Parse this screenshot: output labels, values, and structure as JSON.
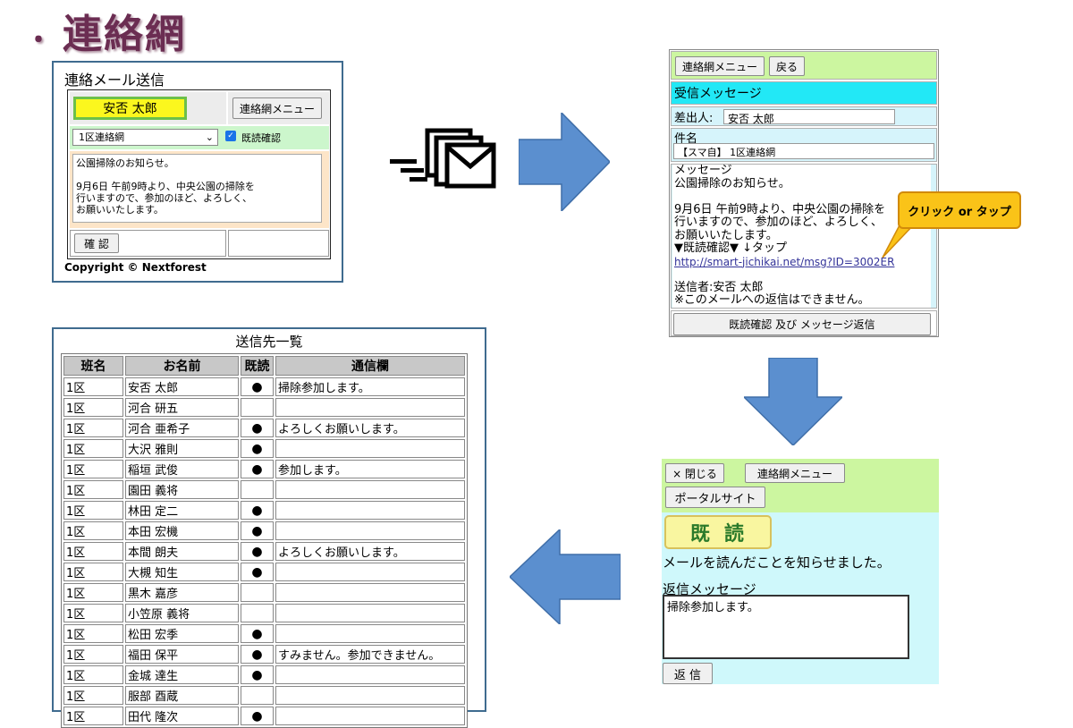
{
  "title": {
    "bullet": "・",
    "text": "連絡網"
  },
  "compose": {
    "heading": "連絡メール送信",
    "sender_name": "安否 太郎",
    "menu_button": "連絡網メニュー",
    "group_select": "1区連絡網",
    "read_confirm_label": "既読確認",
    "read_confirm_checked": true,
    "message": "公園掃除のお知らせ。\n\n9月6日 午前9時より、中央公園の掃除を\n行いますので、参加のほど、よろしく、\nお願いいたします。",
    "confirm_button": "確 認",
    "copyright": "Copyright © Nextforest"
  },
  "icons": {
    "mail": "mail-sending-icon",
    "arrows": "block-arrow-icon"
  },
  "phone": {
    "menu_button": "連絡網メニュー",
    "back_button": "戻る",
    "header": "受信メッセージ",
    "sender_label": "差出人:",
    "sender_value": "安否 太郎",
    "subject_label": "件名",
    "subject_value": "【スマ自】 1区連絡網",
    "body_label": "メッセージ",
    "body_lines": [
      "公園掃除のお知らせ。",
      "",
      "9月6日 午前9時より、中央公園の掃除を",
      "行いますので、参加のほど、よろしく、",
      "お願いいたします。",
      "▼既読確認▼ ↓タップ"
    ],
    "link": "http://smart-jichikai.net/msg?ID=3002ER",
    "footer_lines": [
      "",
      "送信者:安否 太郎",
      "※このメールへの返信はできません。"
    ],
    "read_button": "既読確認 及び メッセージ返信"
  },
  "callout": "クリック or タップ",
  "reply": {
    "close_button": "× 閉じる",
    "menu_button": "連絡網メニュー",
    "portal_button": "ポータルサイト",
    "stamp": "既読",
    "notice": "メールを読んだことを知らせました。",
    "reply_label": "返信メッセージ",
    "reply_text": "掃除参加します。",
    "send_button": "返 信"
  },
  "list": {
    "title": "送信先一覧",
    "headers": [
      "班名",
      "お名前",
      "既読",
      "通信欄"
    ],
    "rows": [
      [
        "1区",
        "安否 太郎",
        "●",
        "掃除参加します。"
      ],
      [
        "1区",
        "河合 研五",
        "",
        ""
      ],
      [
        "1区",
        "河合 亜希子",
        "●",
        "よろしくお願いします。"
      ],
      [
        "1区",
        "大沢 雅則",
        "●",
        ""
      ],
      [
        "1区",
        "稲垣 武俊",
        "●",
        "参加します。"
      ],
      [
        "1区",
        "園田 義将",
        "",
        ""
      ],
      [
        "1区",
        "林田 定二",
        "●",
        ""
      ],
      [
        "1区",
        "本田 宏機",
        "●",
        ""
      ],
      [
        "1区",
        "本間 朗夫",
        "●",
        "よろしくお願いします。"
      ],
      [
        "1区",
        "大槻 知生",
        "●",
        ""
      ],
      [
        "1区",
        "黒木 嘉彦",
        "",
        ""
      ],
      [
        "1区",
        "小笠原 義将",
        "",
        ""
      ],
      [
        "1区",
        "松田 宏季",
        "●",
        ""
      ],
      [
        "1区",
        "福田 保平",
        "●",
        "すみません。参加できません。"
      ],
      [
        "1区",
        "金城 達生",
        "●",
        ""
      ],
      [
        "1区",
        "服部 酉蔵",
        "",
        ""
      ],
      [
        "1区",
        "田代 隆次",
        "●",
        ""
      ]
    ]
  }
}
